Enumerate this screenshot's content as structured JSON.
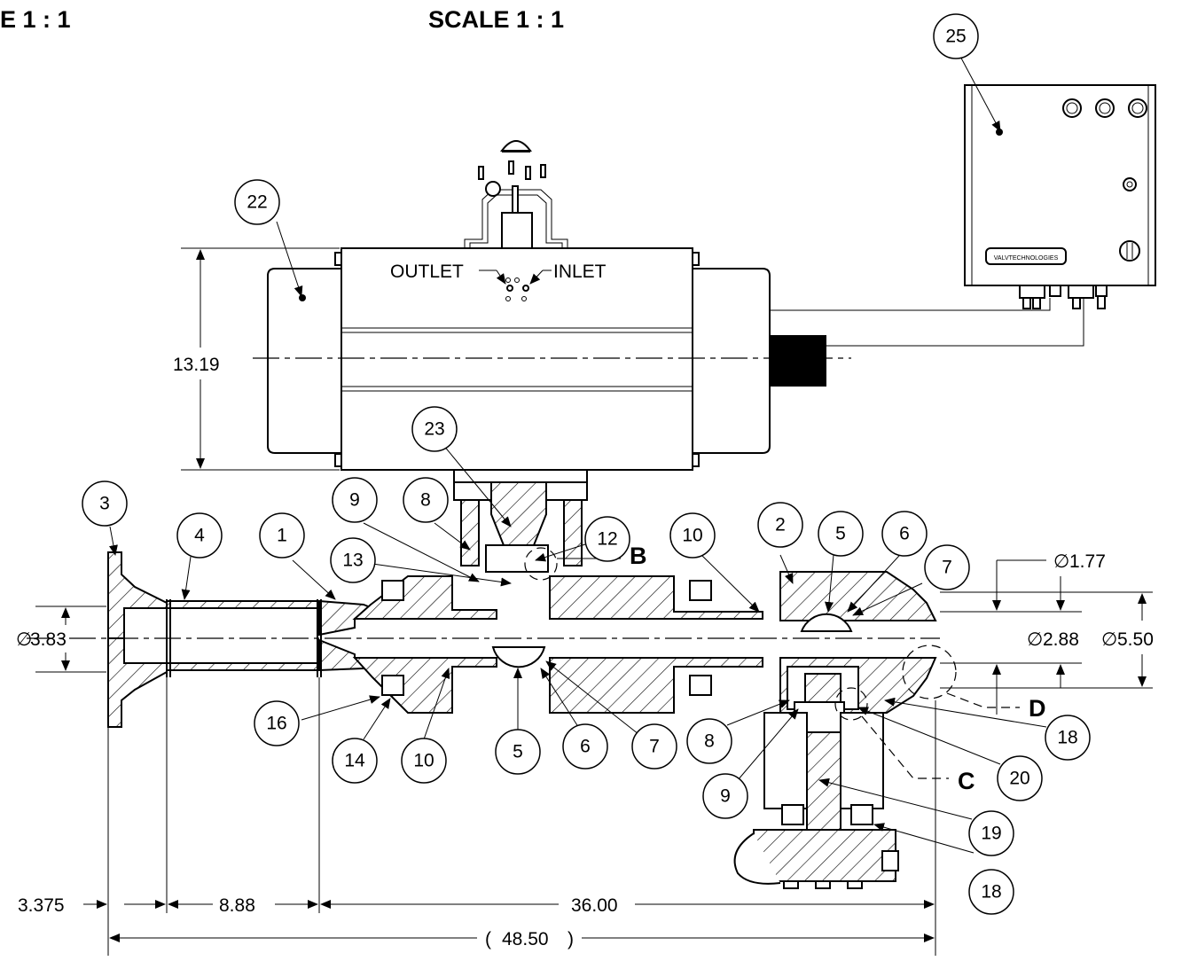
{
  "scale_labels": [
    "E 1 : 1",
    "SCALE 1 : 1"
  ],
  "actuator": {
    "outlet_label": "OUTLET",
    "inlet_label": "INLET"
  },
  "control_box": {
    "logo_text": "VALVTECHNOLOGIES"
  },
  "detail_labels": [
    "B",
    "C",
    "D"
  ],
  "balloons": [
    "25",
    "22",
    "23",
    "3",
    "4",
    "1",
    "9",
    "8",
    "12",
    "13",
    "10",
    "2",
    "5",
    "6",
    "7",
    "16",
    "14",
    "10",
    "5",
    "6",
    "7",
    "8",
    "18",
    "9",
    "20",
    "19",
    "18"
  ],
  "dimensions": {
    "height": "13.19",
    "left_dia": "3.83",
    "right_dia_1": "1.77",
    "right_dia_2": "2.88",
    "right_dia_3": "5.50",
    "len_1": "3.375",
    "len_2": "8.88",
    "len_3": "36.00",
    "overall": "48.50"
  },
  "symbols": {
    "diameter": "∅",
    "paren_open": "(",
    "paren_close": ")"
  }
}
